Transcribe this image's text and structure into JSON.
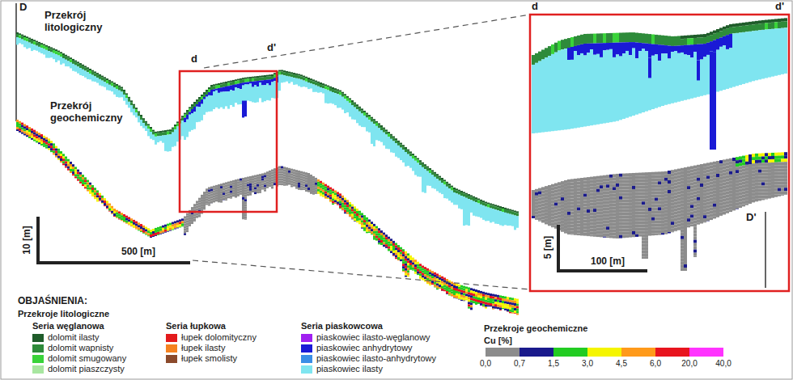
{
  "diagram": {
    "labels": [
      "D",
      "Przekrój litologiczny",
      "d",
      "d'",
      "Przekrój geochemiczny",
      "d",
      "d'",
      "D'",
      "10 [m]",
      "500 [m]",
      "5 [m]",
      "100 [m]",
      "OBJAŚNIENIA:",
      "Przekroje litologiczne",
      "Seria węglanowa",
      "Seria łupkowa",
      "Seria piaskowcowa",
      "Przekroje geochemiczne",
      "Cu [%]",
      "0,0",
      "0,7",
      "1,5",
      "3,0",
      "4,5",
      "6,0",
      "20,0",
      "40,0"
    ],
    "legend": [
      {
        "text": "dolomit ilasty",
        "color": "#1f5c2a"
      },
      {
        "text": "dolomit wapnisty",
        "color": "#2e8b3a"
      },
      {
        "text": "dolomit smugowany",
        "color": "#39d339"
      },
      {
        "text": "dolomit piaszczysty",
        "color": "#a8e6a0"
      },
      {
        "text": "łupek dolomityczny",
        "color": "#e31a1c"
      },
      {
        "text": "łupek ilasty",
        "color": "#f58220"
      },
      {
        "text": "łupek smolisty",
        "color": "#8b4a2b"
      },
      {
        "text": "piaskowiec ilasto-węglanowy",
        "color": "#a020f0"
      },
      {
        "text": "piaskowiec anhydrytowy",
        "color": "#1a1ad6"
      },
      {
        "text": "piaskowiec ilasto-anhydrytowy",
        "color": "#3a8ee6"
      },
      {
        "text": "piaskowiec ilasty",
        "color": "#7fe5f0"
      }
    ]
  }
}
